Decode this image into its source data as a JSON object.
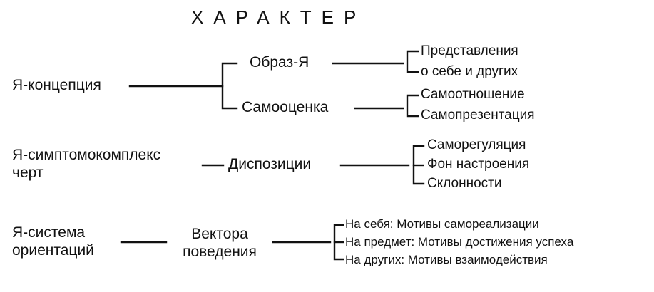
{
  "title": "ХАРАКТЕР",
  "concept": {
    "root": "Я-концепция",
    "image_self": "Образ-Я",
    "self_esteem": "Самооценка",
    "image_leaves": [
      "Представления",
      "о себе и других"
    ],
    "esteem_leaves": [
      "Самоотношение",
      "Самопрезентация"
    ]
  },
  "symptoms": {
    "root_line1": "Я-симптомокомплекс",
    "root_line2": "черт",
    "mid": "Диспозиции",
    "leaves": [
      "Саморегуляция",
      "Фон настроения",
      "Склонности"
    ]
  },
  "orientation": {
    "root_line1": "Я-система",
    "root_line2": "ориентаций",
    "mid_line1": "Вектора",
    "mid_line2": "поведения",
    "leaves": [
      "На себя: Мотивы самореализации",
      "На предмет: Мотивы достижения успеха",
      "На других: Мотивы взаимодействия"
    ]
  }
}
